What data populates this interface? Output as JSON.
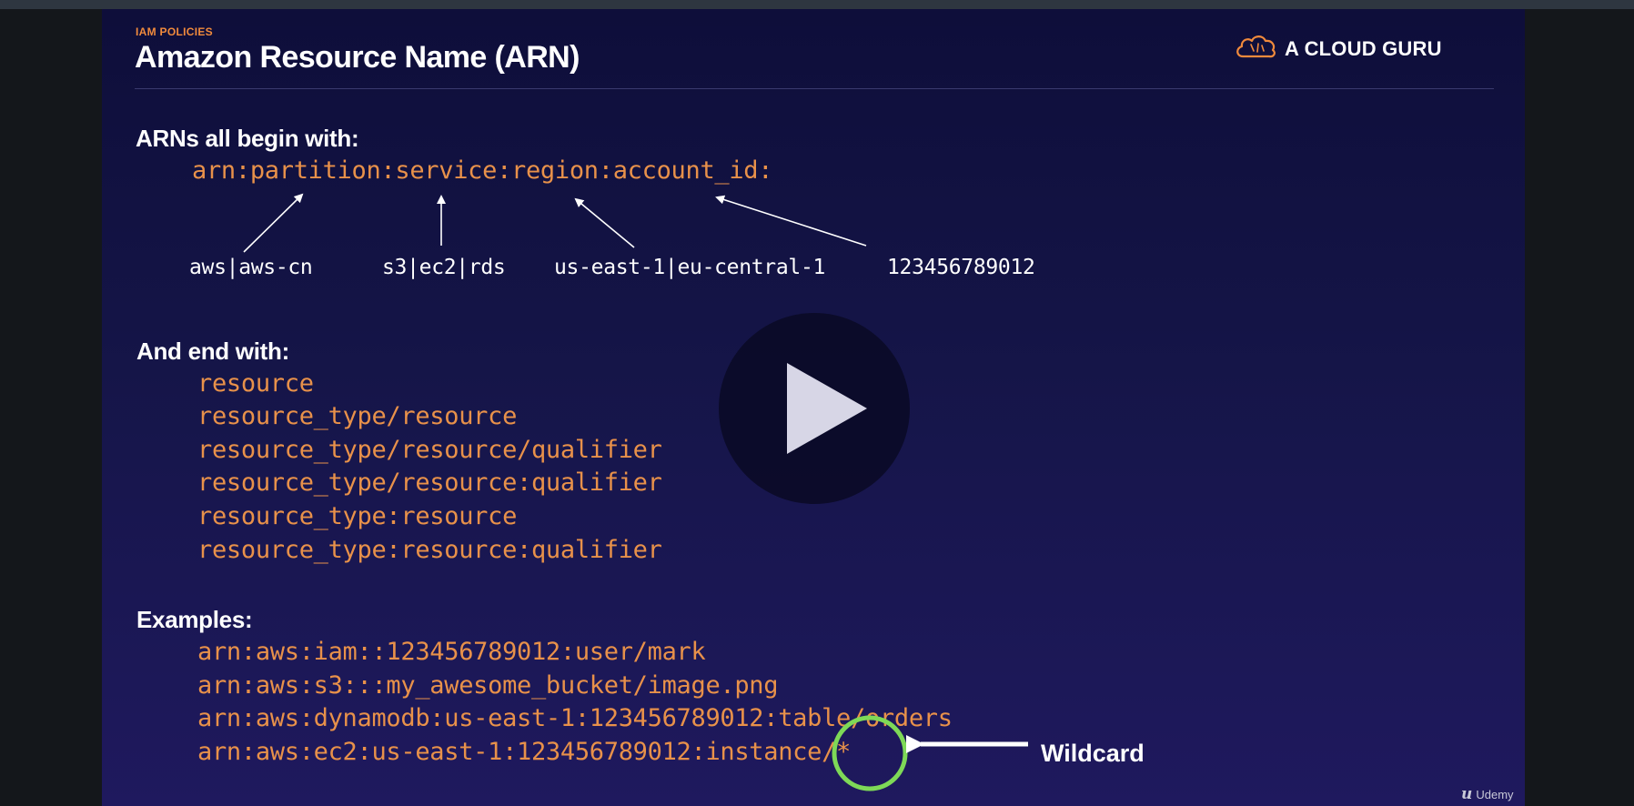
{
  "slide": {
    "eyebrow": "IAM POLICIES",
    "title": "Amazon Resource Name (ARN)",
    "brand": {
      "name": "A CLOUD GURU",
      "icon": "cloud-icon",
      "color": "#f08a3c"
    },
    "begin_heading": "ARNs all begin with:",
    "arn_pattern": "arn:partition:service:region:account_id:",
    "pattern_examples": [
      "aws|aws-cn",
      "s3|ec2|rds",
      "us-east-1|eu-central-1",
      "123456789012"
    ],
    "end_heading": "And end with:",
    "endings": [
      "resource",
      "resource_type/resource",
      "resource_type/resource/qualifier",
      "resource_type/resource:qualifier",
      "resource_type:resource",
      "resource_type:resource:qualifier"
    ],
    "examples_heading": "Examples:",
    "examples": [
      "arn:aws:iam::123456789012:user/mark",
      "arn:aws:s3:::my_awesome_bucket/image.png",
      "arn:aws:dynamodb:us-east-1:123456789012:table/orders",
      "arn:aws:ec2:us-east-1:123456789012:instance/*"
    ],
    "callout": "Wildcard",
    "watermark": {
      "icon": "udemy-logo-icon",
      "text": "Udemy"
    },
    "colors": {
      "code": "#e8914a",
      "highlight_circle": "#7ed957",
      "background": "#15154a"
    }
  },
  "player": {
    "play_icon": "play-icon"
  }
}
